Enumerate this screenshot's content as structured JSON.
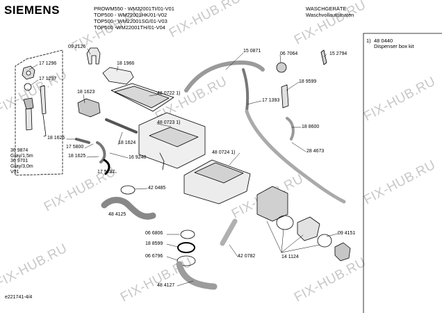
{
  "header": {
    "brand": "SIEMENS",
    "models": [
      "PROWM550 - WM22001TI/01-V01",
      "TOP500 - WM22001HK/01-V02",
      "TOP500 - WM22001SG/01-V03",
      "TOP500 -WM22001TH/01-V04"
    ],
    "category": "WASCHGERÄTE",
    "subcategory": "Waschvollautomaten"
  },
  "side_panel": {
    "index": "1)",
    "part_no": "48 0440",
    "description": "Dispenser box kit"
  },
  "footer": {
    "doc_id": "e221741-4/4"
  },
  "watermark": {
    "text": "FIX-HUB.RU"
  },
  "part_labels": {
    "p092126": "09 2126",
    "p181966": "18 1966",
    "p171296": "17 1296",
    "p171297": "17 1297",
    "p181623": "18 1623",
    "p480722": "48 0722 1)",
    "p480723": "48 0723 1)",
    "p181626": "18 1626",
    "p181624": "18 1624",
    "p175800": "17 5800",
    "p181625": "18 1625",
    "p169248": "16 9248",
    "p369874": "36 9874",
    "p369874b": "Gray/1,5m",
    "p369701": "36 9701",
    "p369701b": "Gray/3,0m",
    "pV01": "V01",
    "p175797": "17 5797",
    "p150871": "15 0871",
    "p067064": "06 7064",
    "p152794": "15 2794",
    "p189599": "18 9599",
    "p171393": "17 1393",
    "p188600": "18 8600",
    "p284673": "28 4673",
    "p480724": "48 0724 1)",
    "p420485": "42 0485",
    "p484125": "48 4125",
    "p066806": "06 6806",
    "p188599": "18 8599",
    "p066796": "06 6796",
    "p420782": "42 0782",
    "p484127": "48 4127",
    "p141124": "14 1124",
    "p094151": "09 4151"
  }
}
